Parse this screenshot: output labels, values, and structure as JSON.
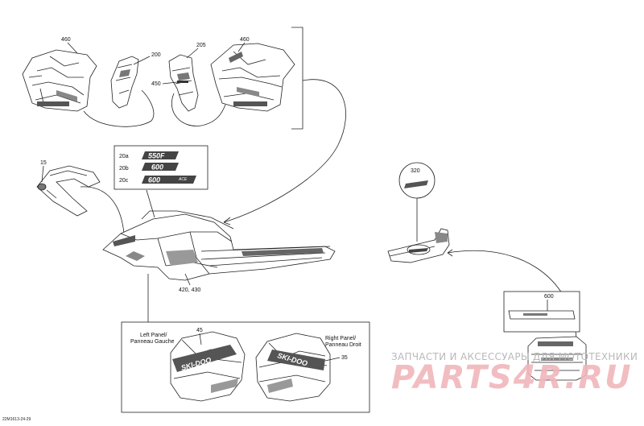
{
  "callouts": {
    "c460_left": "460",
    "c200": "200",
    "c205": "205",
    "c460_right": "460",
    "c450": "450",
    "c15": "15",
    "c20a": "20a",
    "c20b": "20b",
    "c20c": "20c",
    "c420_430": "420, 430",
    "c320": "320",
    "c600": "600",
    "c45": "45",
    "c35": "35"
  },
  "decals": {
    "d20a": "550F",
    "d20b": "600",
    "d20c": "600",
    "d20c_suffix": "ACE",
    "left_panel_decal": "SKI-DOO",
    "right_panel_decal": "SKI-DOO"
  },
  "panels": {
    "left_line1": "Left Panel/",
    "left_line2": "Panneau Gauche",
    "right_line1": "Right Panel/",
    "right_line2": "Panneau Droit"
  },
  "watermark": {
    "line1": "ЗАПЧАСТИ И АКСЕССУАРЫ ДЛЯ МОТОТЕХНИКИ",
    "line2": "PARTS4R.RU"
  },
  "diagram_code": "22M1613-24-29",
  "colors": {
    "line": "#222222",
    "watermark_text": "#b9b9b9",
    "watermark_logo": "#f0b6bb"
  }
}
